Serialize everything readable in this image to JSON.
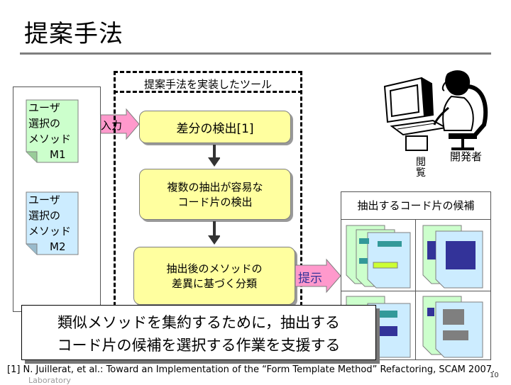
{
  "title": "提案手法",
  "tool": {
    "label": "提案手法を実装したツール"
  },
  "user_methods": [
    {
      "line1": "ユーザ",
      "line2": "選択の",
      "line3": "メソッド",
      "line4": "M1"
    },
    {
      "line1": "ユーザ",
      "line2": "選択の",
      "line3": "メソッド",
      "line4": "M2"
    }
  ],
  "input_label": "入力",
  "steps": [
    {
      "line1": "差分の検出[1]",
      "line2": ""
    },
    {
      "line1": "複数の抽出が容易な",
      "line2": "コード片の検出"
    },
    {
      "line1": "抽出後のメソッドの",
      "line2": "差異に基づく分類"
    }
  ],
  "present_label": "提示",
  "developer_label": "開発者",
  "view_label": "閲覧",
  "candidates_header": "抽出するコード片の候補",
  "callout": {
    "line1": "類似メソッドを集約するために，抽出する",
    "line2": "コード片の候補を選択する作業を支援する"
  },
  "reference": "[1] N. Juillerat, et al.: Toward an Implementation of the “Form Template Method” Refactoring, SCAM 2007.",
  "page_number": "10",
  "footer_fragment": "Laboratory",
  "colors": {
    "step_fill": "#ffff9f",
    "arrow_fill": "#ff99cc",
    "card_green": "#ccffcc",
    "card_blue": "#ccecff",
    "block_dark": "#333399",
    "block_teal": "#339999",
    "block_lime": "#ccff33"
  }
}
